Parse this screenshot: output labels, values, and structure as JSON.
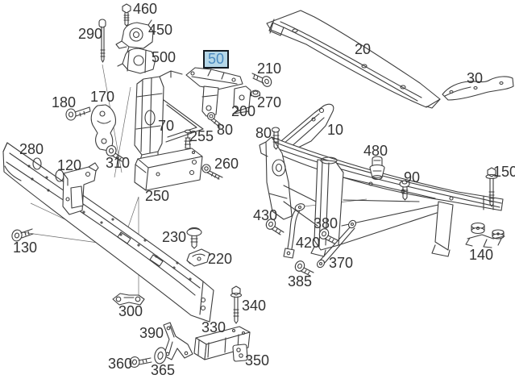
{
  "diagram": {
    "kind": "exploded-parts-diagram",
    "background": "#ffffff",
    "stroke_color": "#3d3d3d",
    "label_color": "#333333"
  },
  "selected": {
    "text": "50",
    "text_color": "#4a8ac0",
    "bg_color": "#b5d7e8",
    "border_color": "#141c24"
  },
  "icons": {
    "insert_arrow": "▼"
  },
  "labels": [
    {
      "text": "460"
    },
    {
      "text": "290"
    },
    {
      "text": "450"
    },
    {
      "text": "500"
    },
    {
      "text": "210"
    },
    {
      "text": "20"
    },
    {
      "text": "30"
    },
    {
      "text": "270"
    },
    {
      "text": "180"
    },
    {
      "text": "170"
    },
    {
      "text": "70"
    },
    {
      "text": "200"
    },
    {
      "text": "80"
    },
    {
      "text": "80"
    },
    {
      "text": "10"
    },
    {
      "text": "255"
    },
    {
      "text": "480"
    },
    {
      "text": "280"
    },
    {
      "text": "120"
    },
    {
      "text": "310"
    },
    {
      "text": "260"
    },
    {
      "text": "90"
    },
    {
      "text": "150"
    },
    {
      "text": "250"
    },
    {
      "text": "430"
    },
    {
      "text": "380"
    },
    {
      "text": "130"
    },
    {
      "text": "230"
    },
    {
      "text": "420"
    },
    {
      "text": "370"
    },
    {
      "text": "220"
    },
    {
      "text": "140"
    },
    {
      "text": "385"
    },
    {
      "text": "340"
    },
    {
      "text": "300"
    },
    {
      "text": "330"
    },
    {
      "text": "390"
    },
    {
      "text": "350"
    },
    {
      "text": "360"
    },
    {
      "text": "365"
    }
  ]
}
